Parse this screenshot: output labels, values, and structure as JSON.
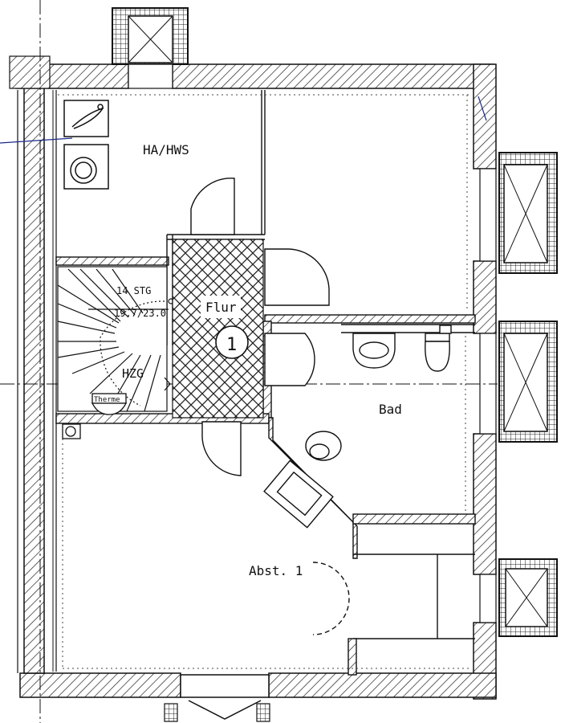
{
  "rooms": {
    "utility": "HA/HWS",
    "hall": "Flur",
    "bath": "Bad",
    "storage": "Abst. 1",
    "heating": "HZG"
  },
  "stairs": {
    "steps": "14 STG",
    "rise": "19.7/23.0"
  },
  "equipment": {
    "boiler": "Therme"
  },
  "markers": {
    "hall_number": "1"
  }
}
